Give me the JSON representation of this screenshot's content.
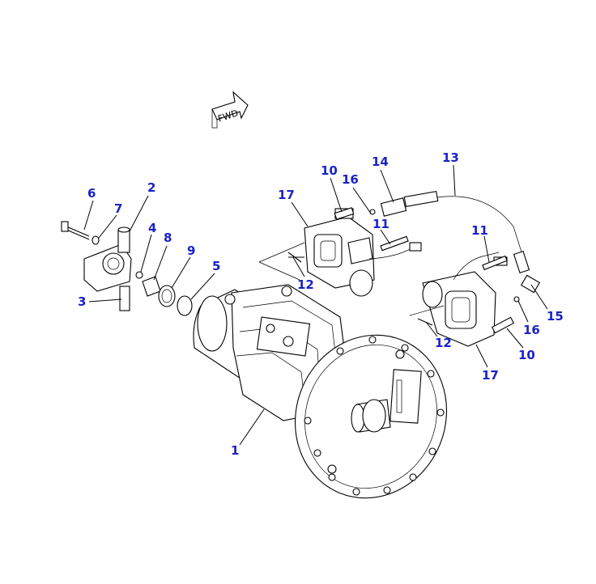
{
  "diagram": {
    "fwd_label": "FWD",
    "callouts": {
      "c1": "1",
      "c2": "2",
      "c3": "3",
      "c4": "4",
      "c5": "5",
      "c6": "6",
      "c7": "7",
      "c8": "8",
      "c9": "9",
      "c10a": "10",
      "c10b": "10",
      "c11a": "11",
      "c11b": "11",
      "c12a": "12",
      "c12b": "12",
      "c13": "13",
      "c14": "14",
      "c15": "15",
      "c16a": "16",
      "c16b": "16",
      "c17a": "17",
      "c17b": "17"
    },
    "colors": {
      "callout": "#1a22c8",
      "line": "#000000",
      "background": "#ffffff"
    }
  }
}
